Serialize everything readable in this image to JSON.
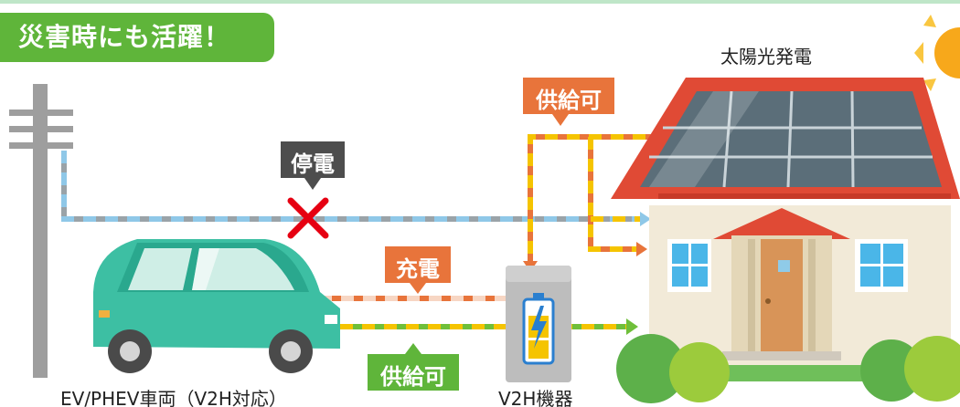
{
  "headline": "災害時にも活躍！",
  "labels": {
    "solar": "太陽光発電",
    "vehicle": "EV/PHEV車両（V2H対応）",
    "v2h": "V2H機器"
  },
  "tags": {
    "supply_top": "供給可",
    "outage": "停電",
    "charge": "充電",
    "supply_bottom": "供給可"
  },
  "colors": {
    "headline_bg": "#5fb53a",
    "supply_tag": "#e8743b",
    "outage_tag": "#4d4d4d",
    "charge_tag": "#e8743b",
    "supply_bottom_tag": "#5fb53a",
    "grid_line": "#8fc8e8",
    "solar_line": "#f5c400",
    "charge_line": "#e8743b",
    "supply_line": "#6fbf3a",
    "cross": "#e60012"
  }
}
